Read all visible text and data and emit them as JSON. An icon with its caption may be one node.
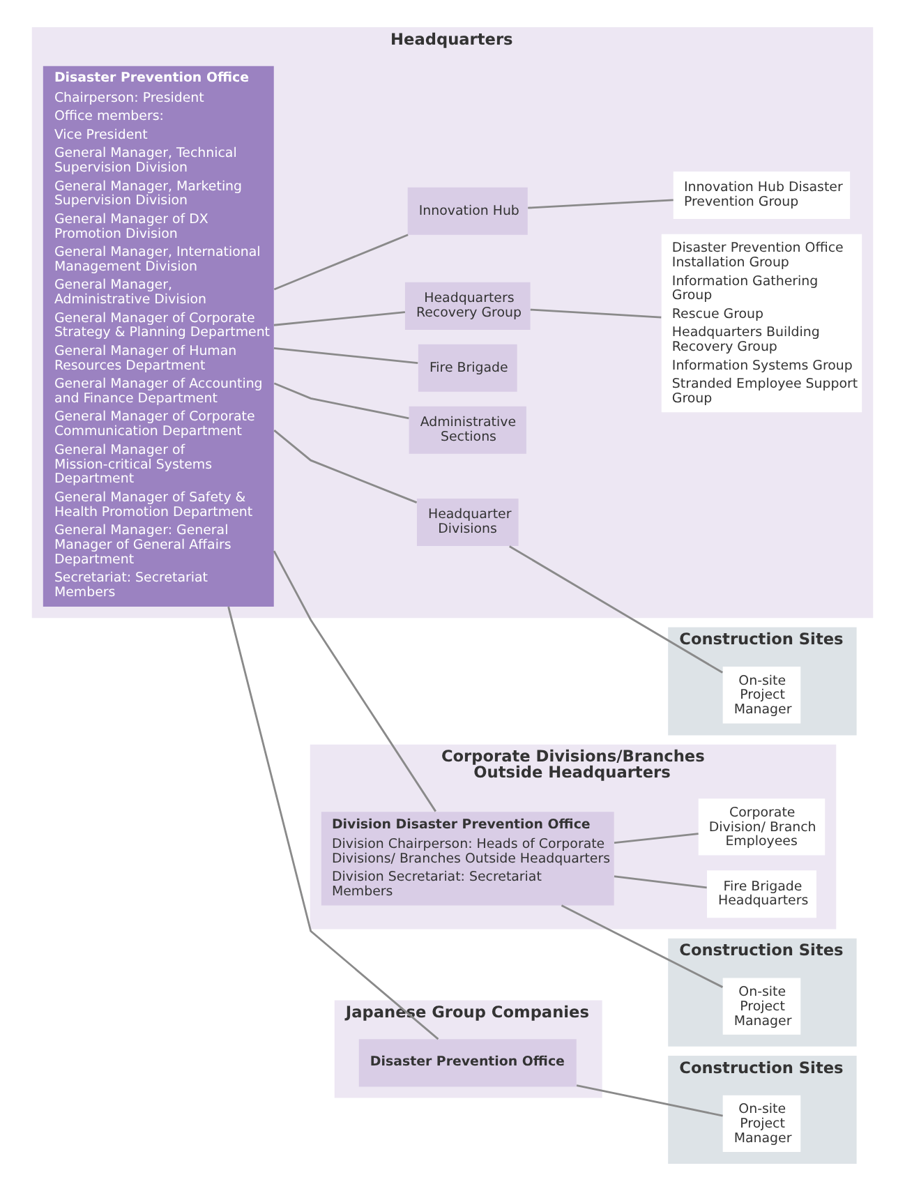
{
  "diagram": {
    "nodes": [
      {
        "text": [
          "Headquarters"
        ]
      },
      {
        "text": [
          "Disaster Prevention Office",
          "Chairperson: President",
          "Office members:",
          "Vice President",
          "General Manager, Technical Supervision Division",
          "General Manager, Marketing Supervision Division",
          "General Manager of DX Promotion Division",
          "General Manager, International Management Division",
          "General Manager, Administrative Division",
          "General Manager of Corporate Strategy & Planning Department",
          "General Manager of Human Resources Department",
          "General Manager of Accounting and Finance Department",
          "General Manager of Corporate Communication Department",
          "General Manager of Mission-critical Systems Department",
          "General Manager of Safety & Health Promotion Department",
          "General Manager: General Manager of General Affairs Department",
          "Secretariat: Secretariat Members"
        ],
        "in": 0
      },
      {
        "text": [
          "Headquarter Divisions"
        ],
        "in": 0
      },
      {
        "text": [
          "Administrative Sections"
        ],
        "in": 0
      },
      {
        "text": [
          "Fire Brigade"
        ],
        "in": 0
      },
      {
        "text": [
          "Headquarters Recovery Group"
        ],
        "in": 0
      },
      {
        "text": [
          "Disaster Prevention Office Installation Group",
          "Information Gathering Group",
          "Rescue Group",
          "Headquarters Building Recovery Group",
          "Information Systems Group",
          "Stranded Employee Support Group"
        ],
        "in": 0
      },
      {
        "text": [
          "Innovation Hub"
        ],
        "in": 0
      },
      {
        "text": [
          "Innovation Hub Disaster Prevention Group"
        ],
        "in": 0
      },
      {
        "text": [
          "Construction Sites"
        ]
      },
      {
        "text": [
          "On-site Project Manager"
        ],
        "in": 9
      },
      {
        "text": [
          "Corporate Divisions/Branches Outside Headquarters"
        ]
      },
      {
        "text": [
          "Division Disaster Prevention Office",
          "Division Chairperson: Heads of Corporate Divisions/ Branches Outside Headquarters",
          "Division Secretariat: Secretariat Members"
        ],
        "in": 11
      },
      {
        "text": [
          "Fire Brigade Headquarters"
        ],
        "in": 11
      },
      {
        "text": [
          "Corporate Division/ Branch Employees"
        ],
        "in": 11
      },
      {
        "text": [
          "Construction Sites"
        ]
      },
      {
        "text": [
          "On-site Project Manager"
        ],
        "in": 15
      },
      {
        "text": [
          "Japanese Group Companies"
        ]
      },
      {
        "text": [
          "Disaster Prevention Office"
        ],
        "in": 17
      },
      {
        "text": [
          "Construction Sites"
        ]
      },
      {
        "text": [
          "On-site Project Manager"
        ],
        "in": 19
      }
    ],
    "edges": [
      {
        "from": 1,
        "to": 2,
        "arrow": "none"
      },
      {
        "from": 1,
        "to": 3,
        "arrow": "none"
      },
      {
        "from": 1,
        "to": 4,
        "arrow": "none"
      },
      {
        "from": 1,
        "to": 5,
        "arrow": "none"
      },
      {
        "from": 1,
        "to": 7,
        "arrow": "none"
      },
      {
        "from": 1,
        "to": 12,
        "arrow": "none"
      },
      {
        "from": 1,
        "to": 18,
        "arrow": "none"
      },
      {
        "from": 2,
        "to": 10,
        "arrow": "none"
      },
      {
        "from": 5,
        "to": 6,
        "arrow": "none"
      },
      {
        "from": 7,
        "to": 8,
        "arrow": "none"
      },
      {
        "from": 12,
        "to": 13,
        "arrow": "none"
      },
      {
        "from": 12,
        "to": 14,
        "arrow": "none"
      },
      {
        "from": 12,
        "to": 16,
        "arrow": "none"
      },
      {
        "from": 18,
        "to": 20,
        "arrow": "none"
      }
    ]
  }
}
